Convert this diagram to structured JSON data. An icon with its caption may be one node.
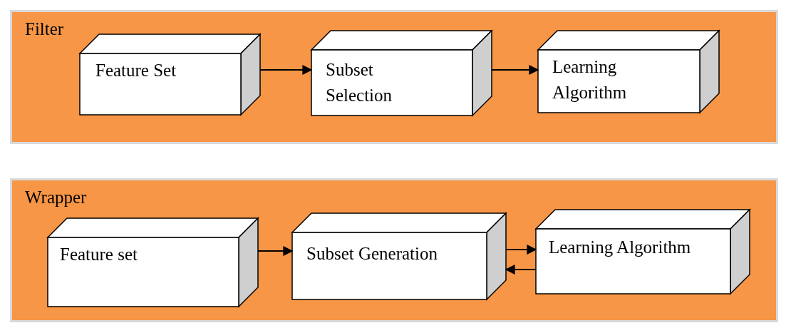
{
  "diagram": {
    "nodes": [
      {
        "text": [
          "Filter"
        ]
      },
      {
        "text": [
          "Feature Set"
        ],
        "in": 0
      },
      {
        "text": [
          "Subset Selection"
        ],
        "in": 0
      },
      {
        "text": [
          "Learning Algorithm"
        ],
        "in": 0
      },
      {
        "text": [
          "Wrapper"
        ]
      },
      {
        "text": [
          "Feature set"
        ],
        "in": 4
      },
      {
        "text": [
          "Subset Generation"
        ],
        "in": 4
      },
      {
        "text": [
          "Learning Algorithm"
        ],
        "in": 4
      }
    ],
    "edges": [
      {
        "from": 1,
        "to": 2,
        "arrow": "to"
      },
      {
        "from": 2,
        "to": 3,
        "arrow": "to"
      },
      {
        "from": 5,
        "to": 6,
        "arrow": "to"
      },
      {
        "from": 6,
        "to": 7,
        "arrow": "to"
      },
      {
        "from": 7,
        "to": 6,
        "arrow": "to"
      }
    ]
  }
}
